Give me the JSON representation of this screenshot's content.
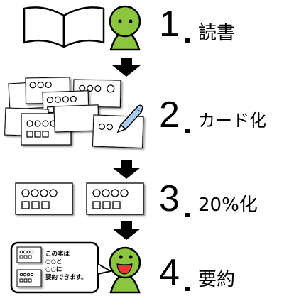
{
  "steps": [
    {
      "number": "1",
      "label": "読書"
    },
    {
      "number": "2",
      "label": "カード化"
    },
    {
      "number": "3",
      "label": "20%化"
    },
    {
      "number": "4",
      "label": "要約"
    }
  ],
  "speech_bubble": {
    "lines": [
      "この本は",
      "○○と",
      "○○に",
      "要約できます。"
    ]
  },
  "colors": {
    "character_green": "#8cc63f",
    "mouth_red": "#e53935",
    "stroke": "#000000",
    "card_fill": "#ffffff"
  }
}
